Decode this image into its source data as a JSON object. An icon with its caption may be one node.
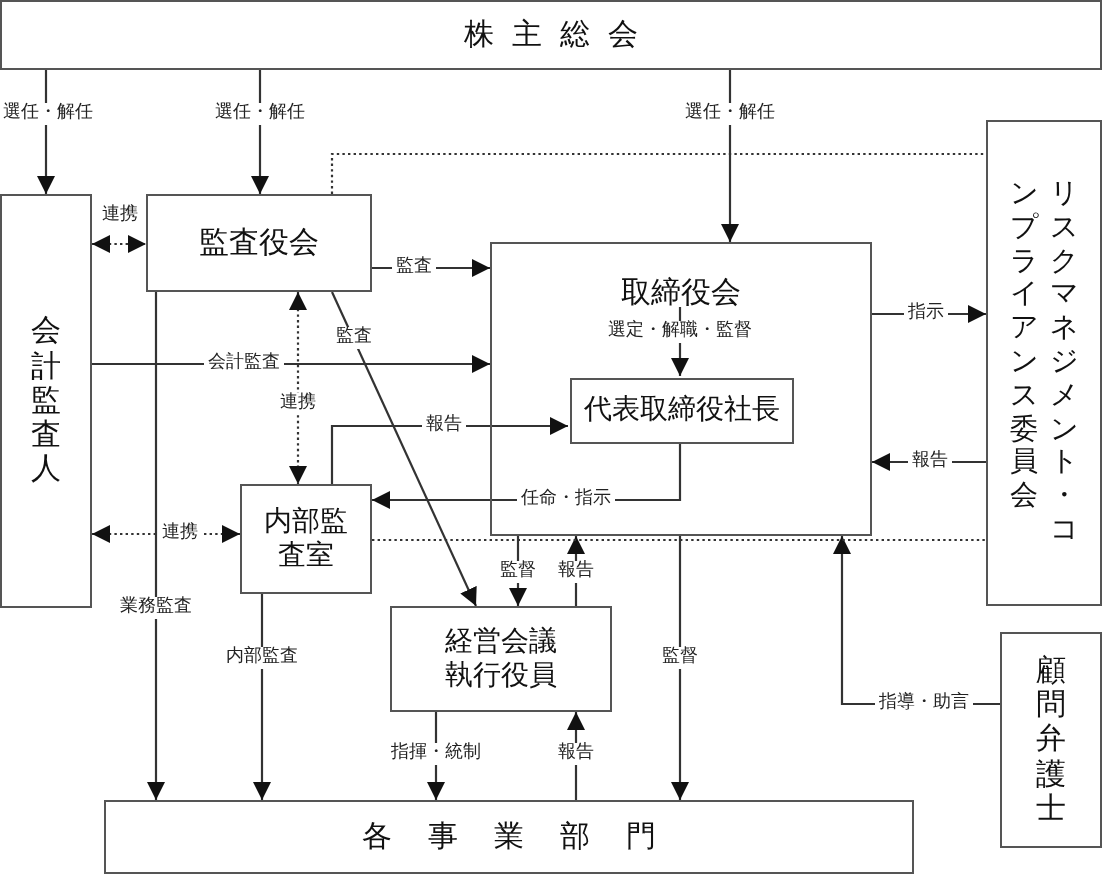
{
  "diagram": {
    "nodes": [
      {
        "text": [
          "株主総会"
        ]
      },
      {
        "text": [
          "会計監査人"
        ]
      },
      {
        "text": [
          "監査役会"
        ]
      },
      {
        "text": [
          "取締役会"
        ]
      },
      {
        "text": [
          "代表取締役社長"
        ],
        "in": 3
      },
      {
        "text": [
          "内部監査室"
        ]
      },
      {
        "text": [
          "経営会議執行役員"
        ]
      },
      {
        "text": [
          "リスクマネジメント・コンプライアンス委員会"
        ]
      },
      {
        "text": [
          "顧問弁護士"
        ]
      },
      {
        "text": [
          "各事業部門"
        ]
      }
    ],
    "edges": [
      {
        "from": 0,
        "to": 1,
        "arrow": "to",
        "label": "選任・解任"
      },
      {
        "from": 0,
        "to": 2,
        "arrow": "to",
        "label": "選任・解任"
      },
      {
        "from": 0,
        "to": 3,
        "arrow": "to",
        "label": "選任・解任"
      },
      {
        "from": 1,
        "to": 2,
        "arrow": "both",
        "label": "連携",
        "style": "dashed"
      },
      {
        "from": 2,
        "to": 3,
        "arrow": "to",
        "label": "監査"
      },
      {
        "from": 1,
        "to": 3,
        "arrow": "to",
        "label": "会計監査"
      },
      {
        "from": 2,
        "to": 5,
        "arrow": "both",
        "label": "連携",
        "style": "dashed"
      },
      {
        "from": 2,
        "to": 6,
        "arrow": "to",
        "label": "監査"
      },
      {
        "from": 3,
        "to": 4,
        "arrow": "to",
        "label": "選定・解職・監督"
      },
      {
        "from": 5,
        "to": 4,
        "arrow": "to",
        "label": "報告"
      },
      {
        "from": 4,
        "to": 5,
        "arrow": "to",
        "label": "任命・指示"
      },
      {
        "from": 1,
        "to": 5,
        "arrow": "both",
        "label": "連携",
        "style": "dashed"
      },
      {
        "from": 2,
        "to": 9,
        "arrow": "to",
        "label": "業務監査"
      },
      {
        "from": 5,
        "to": 9,
        "arrow": "to",
        "label": "内部監査"
      },
      {
        "from": 6,
        "to": 9,
        "arrow": "to",
        "label": "指揮・統制"
      },
      {
        "from": 9,
        "to": 6,
        "arrow": "to",
        "label": "報告"
      },
      {
        "from": 3,
        "to": 6,
        "arrow": "to",
        "label": "監督"
      },
      {
        "from": 6,
        "to": 3,
        "arrow": "to",
        "label": "報告"
      },
      {
        "from": 3,
        "to": 9,
        "arrow": "to",
        "label": "監督"
      },
      {
        "from": 3,
        "to": 7,
        "arrow": "to",
        "label": "指示"
      },
      {
        "from": 7,
        "to": 3,
        "arrow": "to",
        "label": "報告"
      },
      {
        "from": 8,
        "to": 3,
        "arrow": "to",
        "label": "指導・助言"
      },
      {
        "from": 2,
        "to": 7,
        "arrow": "none",
        "style": "dashed"
      },
      {
        "from": 5,
        "to": 7,
        "arrow": "none",
        "style": "dashed"
      }
    ]
  }
}
